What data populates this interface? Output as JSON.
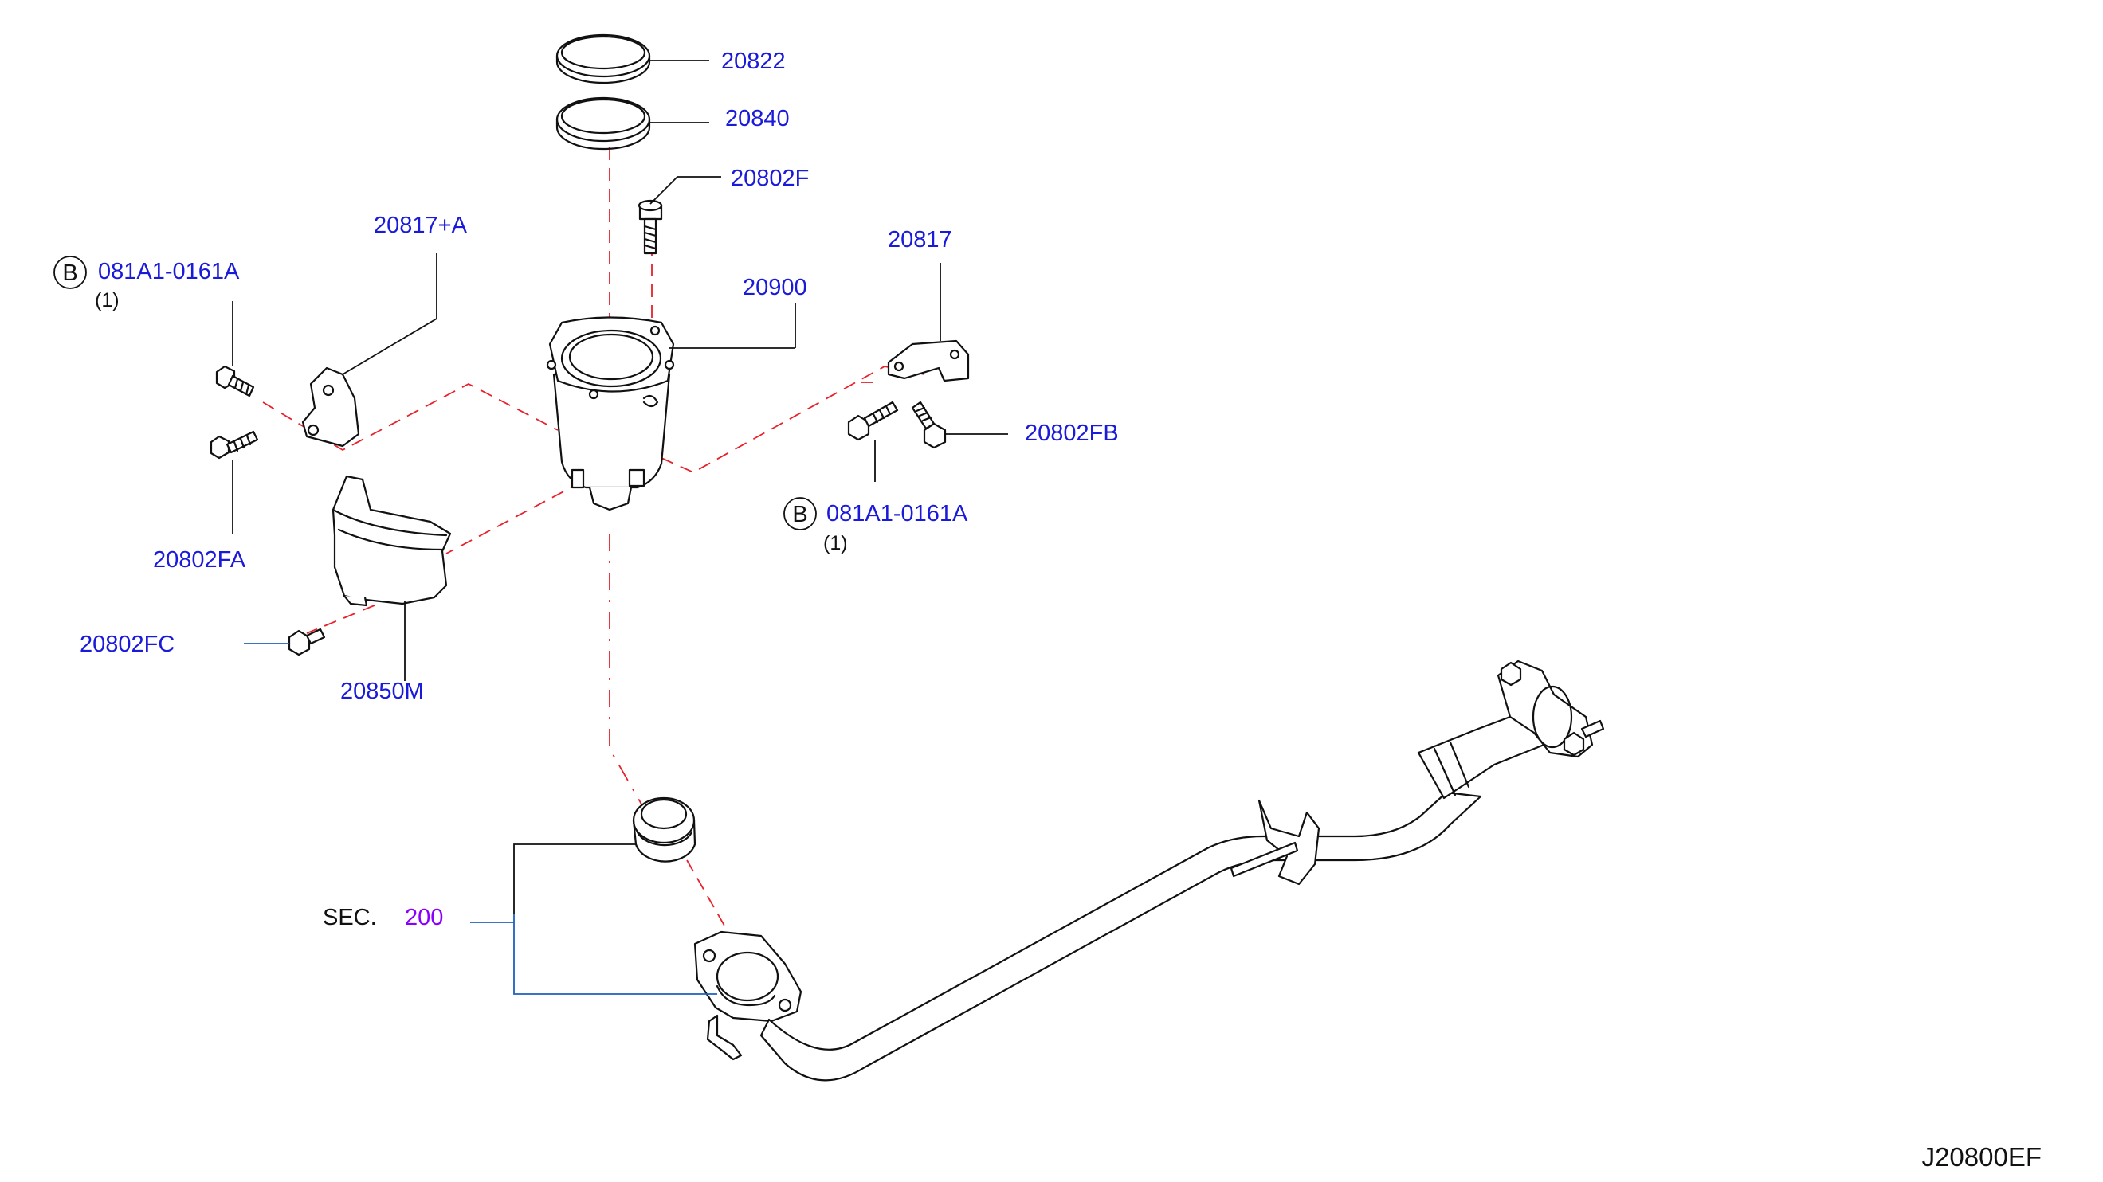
{
  "colors": {
    "part_number": "#1a1adb",
    "section_ref": "#8a00ff",
    "plain_text": "#111111",
    "guide_line": "#e8212a",
    "leader_blue": "#1f5fbf"
  },
  "labels": {
    "seal_ring_upper": "20822",
    "seal_ring_lower": "20840",
    "stud_bolt_top": "20802F",
    "bracket_left": "20817+A",
    "catalyst_converter": "20900",
    "bracket_right": "20817",
    "bolt_fb": "20802FB",
    "bolt_fa": "20802FA",
    "bolt_fc": "20802FC",
    "heat_shield": "20850M",
    "bolt_b_left": "081A1-0161A",
    "bolt_b_left_qty": "(1)",
    "bolt_b_right": "081A1-0161A",
    "bolt_b_right_qty": "(1)",
    "b_marker": "B",
    "sec_prefix": "SEC.",
    "sec_number": "200",
    "diagram_code": "J20800EF"
  }
}
